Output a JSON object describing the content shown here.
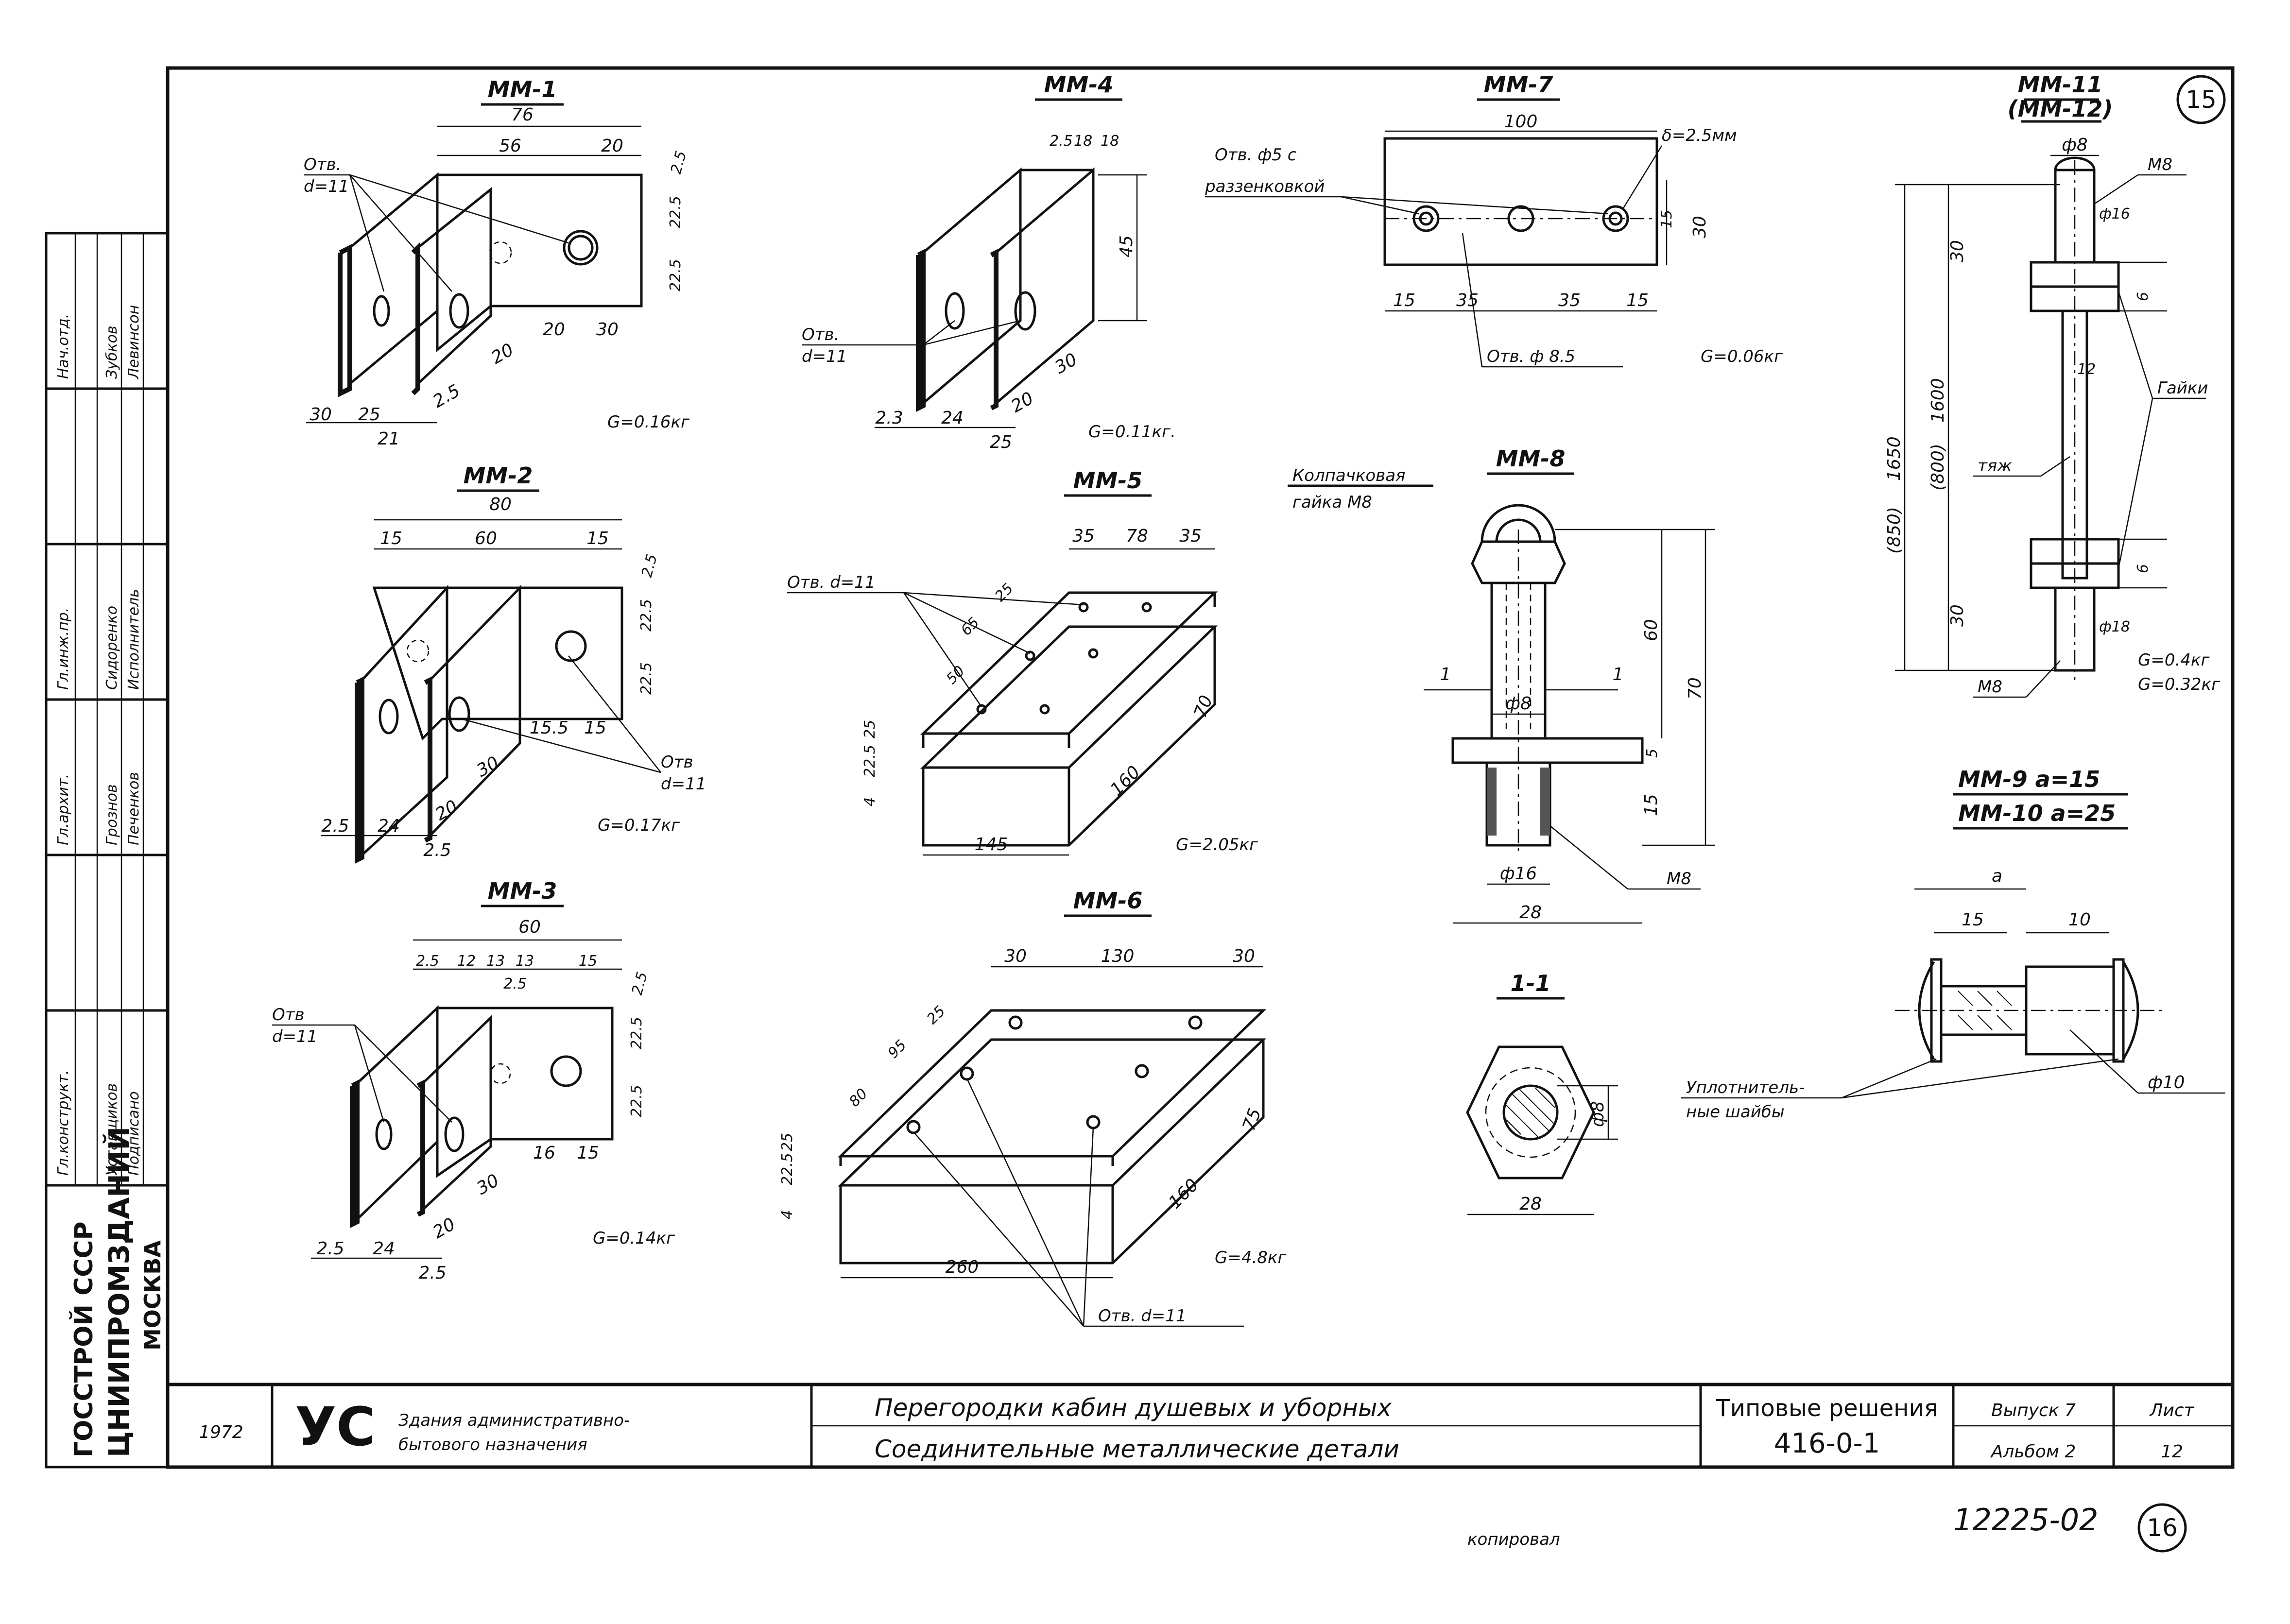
{
  "sheet_number_top": "15",
  "parts": {
    "mm1": {
      "title": "MM-1",
      "dims": [
        "76",
        "56",
        "20",
        "2.5",
        "22.5",
        "22.5",
        "21",
        "20",
        "30",
        "20",
        "2.5",
        "30",
        "25"
      ],
      "hole_label": [
        "Отв.",
        "d=11"
      ],
      "mass": "G=0.16кг"
    },
    "mm2": {
      "title": "MM-2",
      "dims": [
        "80",
        "15",
        "60",
        "15",
        "2.5",
        "22.5",
        "22.5",
        "15.5",
        "15",
        "30",
        "20",
        "2.5",
        "24",
        "2.5"
      ],
      "hole_label": [
        "Отв",
        "d=11"
      ],
      "mass": "G=0.17кг"
    },
    "mm3": {
      "title": "MM-3",
      "dims": [
        "60",
        "2.5",
        "12",
        "13",
        "13",
        "15",
        "2.5",
        "2.5",
        "22.5",
        "22.5",
        "16",
        "15",
        "30",
        "20",
        "2.5",
        "24",
        "2.5"
      ],
      "hole_label": [
        "Отв",
        "d=11"
      ],
      "mass": "G=0.14кг"
    },
    "mm4": {
      "title": "MM-4",
      "dims": [
        "2.5",
        "18",
        "18",
        "45",
        "30",
        "20",
        "2.3",
        "24",
        "25"
      ],
      "hole_label": [
        "Отв.",
        "d=11"
      ],
      "mass": "G=0.11кг."
    },
    "mm5": {
      "title": "MM-5",
      "dims": [
        "35",
        "78",
        "35",
        "25",
        "65",
        "50",
        "70",
        "160",
        "145",
        "4",
        "22.5",
        "25"
      ],
      "hole_label": [
        "Отв. d=11"
      ],
      "mass": "G=2.05кг"
    },
    "mm6": {
      "title": "MM-6",
      "dims": [
        "30",
        "130",
        "30",
        "25",
        "95",
        "80",
        "75",
        "160",
        "260",
        "4",
        "22.5",
        "25"
      ],
      "hole_label": [
        "Отв. d=11"
      ],
      "mass": "G=4.8кг"
    },
    "mm7": {
      "title": "MM-7",
      "dims": [
        "100",
        "15",
        "30",
        "15",
        "35",
        "35",
        "15"
      ],
      "thickness": "δ=2.5мм",
      "hole1": [
        "Отв. ф5 с",
        "раззенковкой"
      ],
      "hole2": "Отв. ф 8.5",
      "mass": "G=0.06кг"
    },
    "mm8": {
      "title": "MM-8",
      "label": [
        "Колпачковая",
        "гайка M8"
      ],
      "dims": [
        "1",
        "1",
        "ф8",
        "60",
        "70",
        "5",
        "15",
        "ф16",
        "28"
      ],
      "thread": "M8"
    },
    "section": {
      "title": "1-1",
      "dims": [
        "ф8",
        "28"
      ]
    },
    "mm11": {
      "title": "MM-11",
      "title_alt": "(MM-12)",
      "dims": [
        "ф8",
        "ф16",
        "30",
        "6",
        "1650",
        "1600",
        "(850)",
        "(800)",
        "12",
        "6",
        "30",
        "ф18"
      ],
      "labels": [
        "M8",
        "Гайки",
        "тяж",
        "M8"
      ],
      "mass": [
        "G=0.4кг",
        "G=0.32кг"
      ]
    },
    "mm9": {
      "title_a": "MM-9  a=15",
      "title_b": "MM-10  a=25",
      "dims": [
        "a",
        "15",
        "10",
        "ф10"
      ],
      "washer": [
        "Уплотнитель-",
        "ные шайбы"
      ]
    }
  },
  "side_stamp": {
    "org_lines": [
      "ГОССТРОЙ СССР",
      "ЦНИИПРОМЗДАНИЙ",
      "МОСКВА"
    ],
    "rows": [
      [
        "Нач.отд.",
        "",
        "Зубков",
        "Левинсон"
      ],
      [
        "Гл.инж.пр.",
        "",
        "Сидоренко",
        "Исполнитель"
      ],
      [
        "Гл.архит.",
        "",
        "Грознов",
        "Печенков"
      ],
      [
        "Гл.конструкт.",
        "",
        "Уставщиков",
        "Подписано"
      ]
    ]
  },
  "title_block": {
    "year": "1972",
    "logo": "УС",
    "building": [
      "Здания административно-",
      "бытового назначения"
    ],
    "subject": [
      "Перегородки кабин душевых и уборных",
      "Соединительные металлические детали"
    ],
    "series": [
      "Типовые решения",
      "416-0-1"
    ],
    "issue": "Выпуск 7",
    "album": "Альбом 2",
    "sheet_label": "Лист",
    "sheet": "12",
    "copied": "копировал",
    "code": "12225-02",
    "page": "16"
  }
}
